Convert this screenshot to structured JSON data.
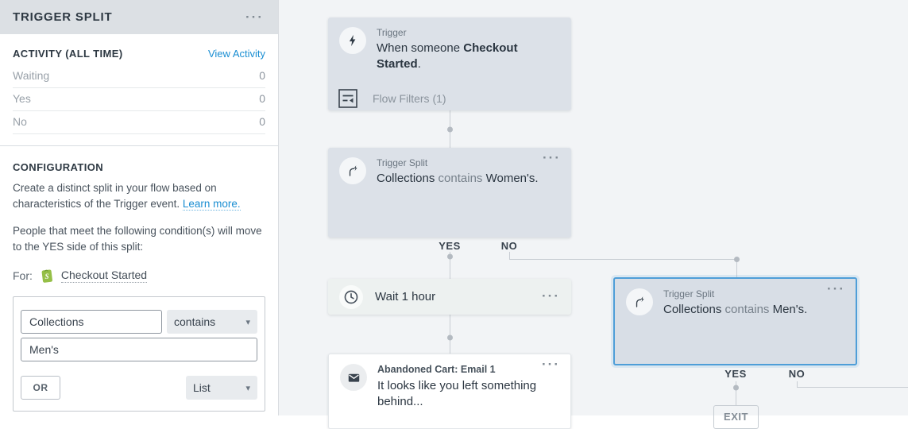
{
  "sidebar": {
    "header": {
      "title": "TRIGGER SPLIT"
    },
    "activity": {
      "title": "ACTIVITY (ALL TIME)",
      "link_label": "View Activity",
      "rows": [
        {
          "label": "Waiting",
          "value": "0"
        },
        {
          "label": "Yes",
          "value": "0"
        },
        {
          "label": "No",
          "value": "0"
        }
      ]
    },
    "configuration": {
      "title": "CONFIGURATION",
      "description": "Create a distinct split in your flow based on characteristics of the Trigger event. ",
      "learn_more_label": "Learn more.",
      "condition_text": "People that meet the following condition(s) will move to the YES side of this split:",
      "for_label": "For:",
      "for_event": "Checkout Started",
      "builder": {
        "field_value": "Collections",
        "operator_value": "contains",
        "value_value": "Men's",
        "or_label": "OR",
        "type_value": "List"
      }
    }
  },
  "canvas": {
    "trigger": {
      "label": "Trigger",
      "text_prefix": "When someone ",
      "text_bold": "Checkout Started",
      "text_suffix": ".",
      "filters_label": "Flow Filters (1)"
    },
    "split_left": {
      "label": "Trigger Split",
      "field": "Collections",
      "operator": " contains ",
      "value": "Women's."
    },
    "split_right": {
      "label": "Trigger Split",
      "field": "Collections",
      "operator": " contains ",
      "value": "Men's."
    },
    "wait": {
      "text": "Wait 1 hour"
    },
    "email": {
      "label": "Abandoned Cart: Email 1",
      "subject": "It looks like you left something behind..."
    },
    "branch_yes": "YES",
    "branch_no": "NO",
    "exit_label": "EXIT"
  },
  "colors": {
    "accent_selected": "#4f9ed8",
    "link_blue": "#1a8ed2",
    "node_fill": "#dce1e8",
    "wait_fill": "#edf1f0",
    "canvas_bg": "#f2f4f6",
    "header_bg": "#dce0e4",
    "shopify_green": "#95BF47"
  }
}
